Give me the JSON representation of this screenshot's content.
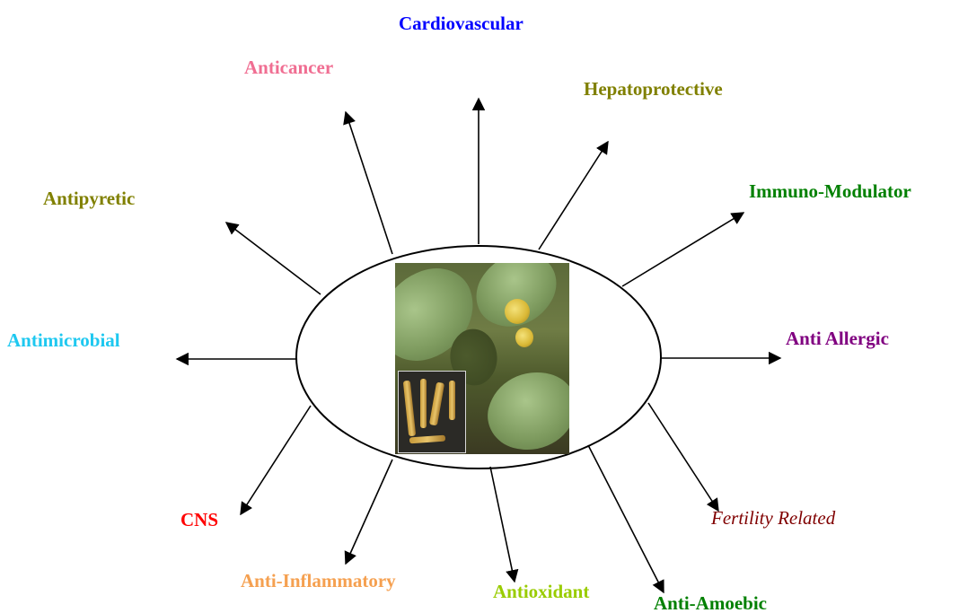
{
  "labels": {
    "cardiovascular": "Cardiovascular",
    "anticancer": "Anticancer",
    "hepatoprotective": "Hepatoprotective",
    "antipyretic": "Antipyretic",
    "immuno_modulator": "Immuno-Modulator",
    "antimicrobial": "Antimicrobial",
    "anti_allergic": "Anti Allergic",
    "cns": "CNS",
    "fertility_related": "Fertility Related",
    "anti_inflammatory": "Anti-Inflammatory",
    "antioxidant": "Antioxidant",
    "anti_amoebic": "Anti-Amoebic"
  },
  "colors": {
    "cardiovascular": "#0000ff",
    "anticancer": "#f06e92",
    "hepatoprotective": "#808000",
    "antipyretic": "#808000",
    "immuno_modulator": "#008000",
    "antimicrobial": "#1ec8f0",
    "anti_allergic": "#800080",
    "cns": "#ff0000",
    "fertility_related": "#800000",
    "anti_inflammatory": "#f5a050",
    "antioxidant": "#99cc00",
    "anti_amoebic": "#008000"
  },
  "center_image": "plant-photo-with-root-inset"
}
